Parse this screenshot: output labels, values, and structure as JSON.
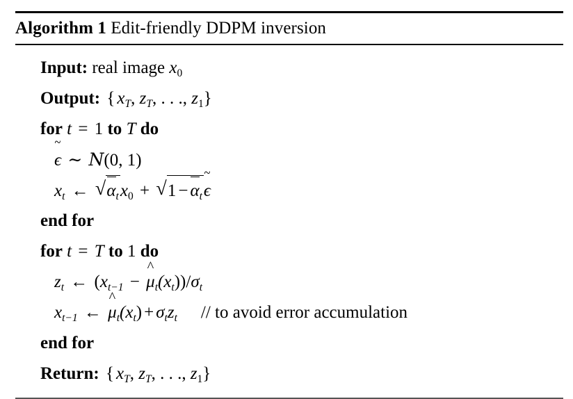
{
  "figure": {
    "label": "Algorithm 1",
    "title": "Edit-friendly DDPM inversion",
    "rules": {
      "top_color": "#000000",
      "mid_color": "#000000",
      "bottom_color": "#555555"
    }
  },
  "lines": [
    {
      "id": "input",
      "indent": 1,
      "keyword": "Input:",
      "text": "real image",
      "symbol": "x",
      "subscript": "0",
      "plain": "Input: real image x_0"
    },
    {
      "id": "output",
      "indent": 1,
      "keyword": "Output:",
      "open": "{",
      "var1": "x",
      "sub1": "T",
      "sep1": ",",
      "var2": "z",
      "sub2": "T",
      "sep2": ",",
      "dots": ". . .",
      "sep3": ",",
      "var3": "z",
      "sub3": "1",
      "close": "}",
      "plain": "Output: {x_T, z_T, . . . , z_1}"
    },
    {
      "id": "for-forward",
      "indent": 1,
      "kw_for": "for",
      "var": "t",
      "eq": "=",
      "from": "1",
      "kw_to": "to",
      "to": "T",
      "kw_do": "do",
      "plain": "for t = 1 to T do"
    },
    {
      "id": "sample-noise",
      "indent": 2,
      "eps": "ϵ",
      "sim": "∼",
      "cal_n": "N",
      "dist": "(0, 1)",
      "plain": "eps~ ~ N(0, 1)"
    },
    {
      "id": "forward-diffuse",
      "indent": 2,
      "lhs": "x",
      "lhs_sub": "t",
      "arrow": "←",
      "alpha": "α",
      "alpha_sub": "t",
      "x0": "x",
      "x0_sub": "0",
      "plus": "+",
      "one": "1",
      "minus": "−",
      "eps": "ϵ",
      "plain": "x_t <- sqrt(alphabar_t) x_0 + sqrt(1 - alphabar_t) eps~"
    },
    {
      "id": "end-for-forward",
      "indent": 1,
      "keyword": "end for",
      "plain": "end for"
    },
    {
      "id": "for-backward",
      "indent": 1,
      "kw_for": "for",
      "var": "t",
      "eq": "=",
      "from": "T",
      "kw_to": "to",
      "to": "1",
      "kw_do": "do",
      "plain": "for t = T to 1 do"
    },
    {
      "id": "compute-z",
      "indent": 2,
      "lhs": "z",
      "lhs_sub": "t",
      "arrow": "←",
      "open": "(",
      "x": "x",
      "x_sub": "t−1",
      "minus": "−",
      "mu": "μ",
      "mu_sub": "t",
      "inner": "(x",
      "inner_sub": "t",
      "close": "))",
      "slash": "/",
      "sigma": "σ",
      "sigma_sub": "t",
      "plain": "z_t <- (x_{t-1} - muhat_t(x_t))/sigma_t"
    },
    {
      "id": "update-x",
      "indent": 2,
      "lhs": "x",
      "lhs_sub": "t−1",
      "arrow": "←",
      "mu": "μ",
      "mu_sub": "t",
      "arg": "(x",
      "arg_sub": "t",
      "arg_close": ")",
      "plus": "+",
      "sigma": "σ",
      "sigma_sub": "t",
      "z": "z",
      "z_sub": "t",
      "comment": "// to avoid error accumulation",
      "plain": "x_{t-1} <- muhat_t(x_t) + sigma_t z_t    // to avoid error accumulation"
    },
    {
      "id": "end-for-backward",
      "indent": 1,
      "keyword": "end for",
      "plain": "end for"
    },
    {
      "id": "return",
      "indent": 1,
      "keyword": "Return:",
      "open": "{",
      "var1": "x",
      "sub1": "T",
      "sep1": ",",
      "var2": "z",
      "sub2": "T",
      "sep2": ",",
      "dots": ". . .",
      "sep3": ",",
      "var3": "z",
      "sub3": "1",
      "close": "}",
      "plain": "Return: {x_T, z_T, . . . , z_1}"
    }
  ]
}
